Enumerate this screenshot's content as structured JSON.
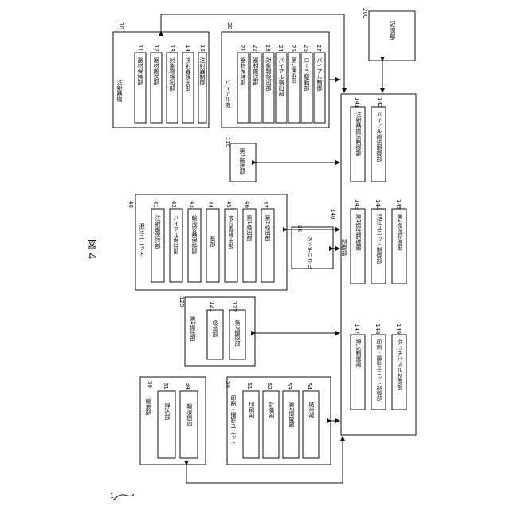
{
  "figure_title": "図 4",
  "ref_numbers": {
    "top": "1"
  },
  "blocks": {
    "syringe_device": {
      "title": "注射器機",
      "num": "10",
      "items": [
        {
          "num": "11",
          "label": "器材保持部"
        },
        {
          "num": "12",
          "label": "器材搬送部"
        },
        {
          "num": "13",
          "label": "対象物検出部"
        },
        {
          "num": "14",
          "label": "注射器検出部"
        },
        {
          "num": "16",
          "label": "注射器制御"
        }
      ]
    },
    "vial_device": {
      "title": "バイアル機",
      "num": "20",
      "items": [
        {
          "num": "21",
          "label": "器材保持部"
        },
        {
          "num": "22",
          "label": "器材搬送部"
        },
        {
          "num": "23",
          "label": "対象物検出部"
        },
        {
          "num": "24",
          "label": "バイアル検出部"
        },
        {
          "num": "25",
          "label": "第1撮取部"
        },
        {
          "num": "26",
          "label": "ローラ駆動部"
        },
        {
          "num": "27",
          "label": "バイアル制御"
        }
      ]
    },
    "storage": {
      "title": "記憶部",
      "num": "200"
    },
    "first_transport": {
      "title": "第1搬送部",
      "num": "110"
    },
    "mixing_unit": {
      "title": "混注ユニット",
      "num": "40",
      "items": [
        {
          "num": "41",
          "label": "注射器保持部"
        },
        {
          "num": "42",
          "label": "バイアル保持部"
        },
        {
          "num": "43",
          "label": "輸液容器保持部"
        },
        {
          "num": "44",
          "label": "基部"
        },
        {
          "num": "45",
          "label": "液位置検出部"
        },
        {
          "num": "46",
          "label": "第1検出部"
        },
        {
          "num": "47",
          "label": "第2検出部"
        }
      ]
    },
    "touch_panel": {
      "title": "タッチパネル",
      "num": "80"
    },
    "second_transport": {
      "title": "第2搬送部",
      "num": "120",
      "items": [
        {
          "num": "121",
          "label": "吸着部"
        },
        {
          "num": "122",
          "label": "第3撮取部"
        }
      ]
    },
    "infusion": {
      "title": "輸液部",
      "num": "30",
      "items": [
        {
          "num": "31",
          "label": "押込部"
        },
        {
          "num": "34",
          "label": "輸液側面"
        }
      ]
    },
    "print_unit": {
      "title": "印刷・撮影ユニット",
      "num": "50",
      "items": [
        {
          "num": "51",
          "label": "印刷部"
        },
        {
          "num": "52",
          "label": "計量部"
        },
        {
          "num": "53",
          "label": "第2撮取部"
        },
        {
          "num": "54",
          "label": "貼付部"
        }
      ]
    },
    "control": {
      "title": "制御部",
      "num": "140",
      "items": [
        {
          "num": "141",
          "label": "注射器搬送制御部"
        },
        {
          "num": "142",
          "label": "バイアル搬送制御部"
        },
        {
          "num": "143",
          "label": "第1搬送制御部"
        },
        {
          "num": "144",
          "label": "混注ユニット制御部"
        },
        {
          "num": "145",
          "label": "第2搬送制御部"
        },
        {
          "num": "147",
          "label": "押込制御部"
        },
        {
          "num": "148",
          "label": "印刷・撮影ユニット制御部"
        },
        {
          "num": "149",
          "label": "タッチパネル制御部"
        }
      ]
    }
  }
}
